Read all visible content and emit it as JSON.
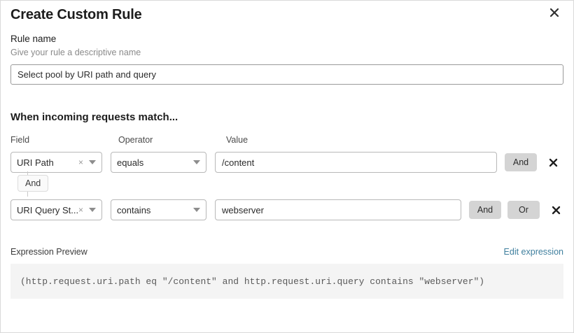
{
  "dialog": {
    "title": "Create Custom Rule",
    "close_label": "close-icon"
  },
  "rule_name": {
    "label": "Rule name",
    "hint": "Give your rule a descriptive name",
    "value": "Select pool by URI path and query",
    "placeholder": "Select pool by URI path and query"
  },
  "match_section": {
    "heading": "When incoming requests match...",
    "columns": {
      "field": "Field",
      "operator": "Operator",
      "value": "Value"
    },
    "connector": {
      "label": "And"
    },
    "rows": [
      {
        "field": "URI Path",
        "operator": "equals",
        "value": "/content",
        "clear_label": "×",
        "buttons": [
          "And"
        ],
        "delete_label": "delete-icon"
      },
      {
        "field": "URI Query St...",
        "operator": "contains",
        "value": "webserver",
        "clear_label": "×",
        "buttons": [
          "And",
          "Or"
        ],
        "delete_label": "delete-icon"
      }
    ]
  },
  "expression_preview": {
    "label": "Expression Preview",
    "edit_link": "Edit expression",
    "expression": "(http.request.uri.path eq \"/content\" and http.request.uri.query contains \"webserver\")"
  },
  "colors": {
    "link": "#3f7f9e",
    "logic_button_bg": "#d4d4d4",
    "preview_bg": "#f4f4f4"
  }
}
